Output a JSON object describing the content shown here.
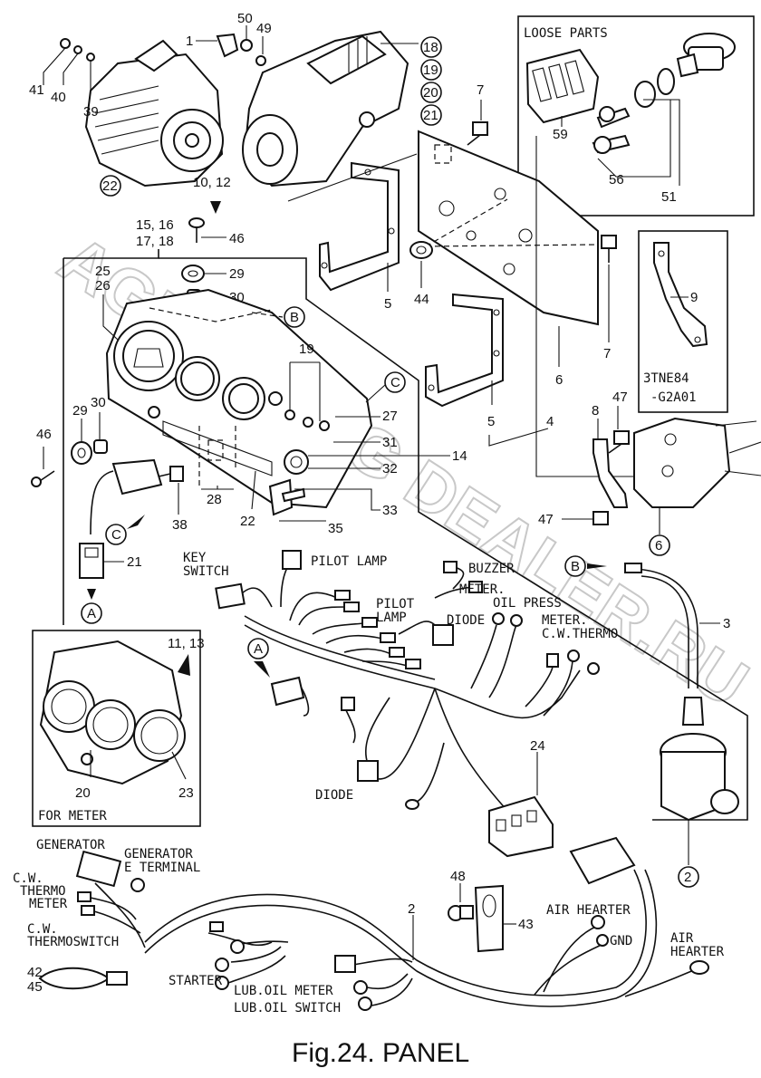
{
  "figure": {
    "title": "Fig.24.  PANEL",
    "watermark": "AGROTORG DEALER.RU"
  },
  "boxes": {
    "loose_parts": "LOOSE PARTS",
    "for_meter": "FOR METER",
    "engine_code_1": "3TNE84",
    "engine_code_2": "-G2A01"
  },
  "refs": {
    "r_10_12": "10, 12",
    "r_15_16": "15, 16",
    "r_17_18": "17, 18",
    "r_11_13": "11, 13",
    "r_42": "42",
    "r_45": "45"
  },
  "callouts": {
    "n1": "1",
    "n2": "2",
    "n3": "3",
    "n4": "4",
    "n5a": "5",
    "n5b": "5",
    "n6a": "6",
    "n6b": "6",
    "n7a": "7",
    "n7b": "7",
    "n8": "8",
    "n9": "9",
    "n14": "14",
    "n18": "18",
    "n19a": "19",
    "n19b": "19",
    "n20a": "20",
    "n20b": "20",
    "n21a": "21",
    "n21b": "21",
    "n22a": "22",
    "n22b": "22",
    "n23": "23",
    "n24": "24",
    "n25": "25",
    "n26": "26",
    "n27": "27",
    "n28": "28",
    "n29a": "29",
    "n29b": "29",
    "n30a": "30",
    "n30b": "30",
    "n31": "31",
    "n32": "32",
    "n33": "33",
    "n35": "35",
    "n38": "38",
    "n39": "39",
    "n40": "40",
    "n41": "41",
    "n43": "43",
    "n44": "44",
    "n46a": "46",
    "n46b": "46",
    "n47a": "47",
    "n47b": "47",
    "n48": "48",
    "n49": "49",
    "n50": "50",
    "n51": "51",
    "n56": "56",
    "n59": "59"
  },
  "letters": {
    "a1": "A",
    "a2": "A",
    "b1": "B",
    "b2": "B",
    "c1": "C",
    "c2": "C"
  },
  "wire_labels": {
    "key_switch_1": "KEY",
    "key_switch_2": "SWITCH",
    "pilot_lamp": "PILOT LAMP",
    "pilot_lamp2_1": "PILOT",
    "pilot_lamp2_2": "LAMP",
    "buzzer": "BUZZER",
    "meter_oil_1": "METER.",
    "meter_oil_2": "OIL PRESS",
    "diode_1": "DIODE",
    "meter_cw_1": "METER.",
    "meter_cw_2": "C.W.THERMO",
    "diode_2": "DIODE",
    "generator": "GENERATOR",
    "gen_e_1": "GENERATOR",
    "gen_e_2": "E TERMINAL",
    "cw_thermo_1": "C.W.",
    "cw_thermo_2": "THERMO",
    "cw_thermo_3": "METER",
    "cw_switch_1": "C.W.",
    "cw_switch_2": "THERMOSWITCH",
    "starter": "STARTER",
    "lub_meter": "LUB.OIL METER",
    "lub_switch": "LUB.OIL SWITCH",
    "air_heater_1": "AIR HEARTER",
    "air_heater_2": "AIR",
    "air_heater_3": "HEARTER",
    "gnd": "GND"
  },
  "icons": [
    "alternator-icon",
    "starter-motor-icon",
    "instrument-panel-icon",
    "key-switch-icon",
    "wiring-harness-icon",
    "cable-tie-icon",
    "pressure-switch-icon",
    "bracket-icon"
  ]
}
